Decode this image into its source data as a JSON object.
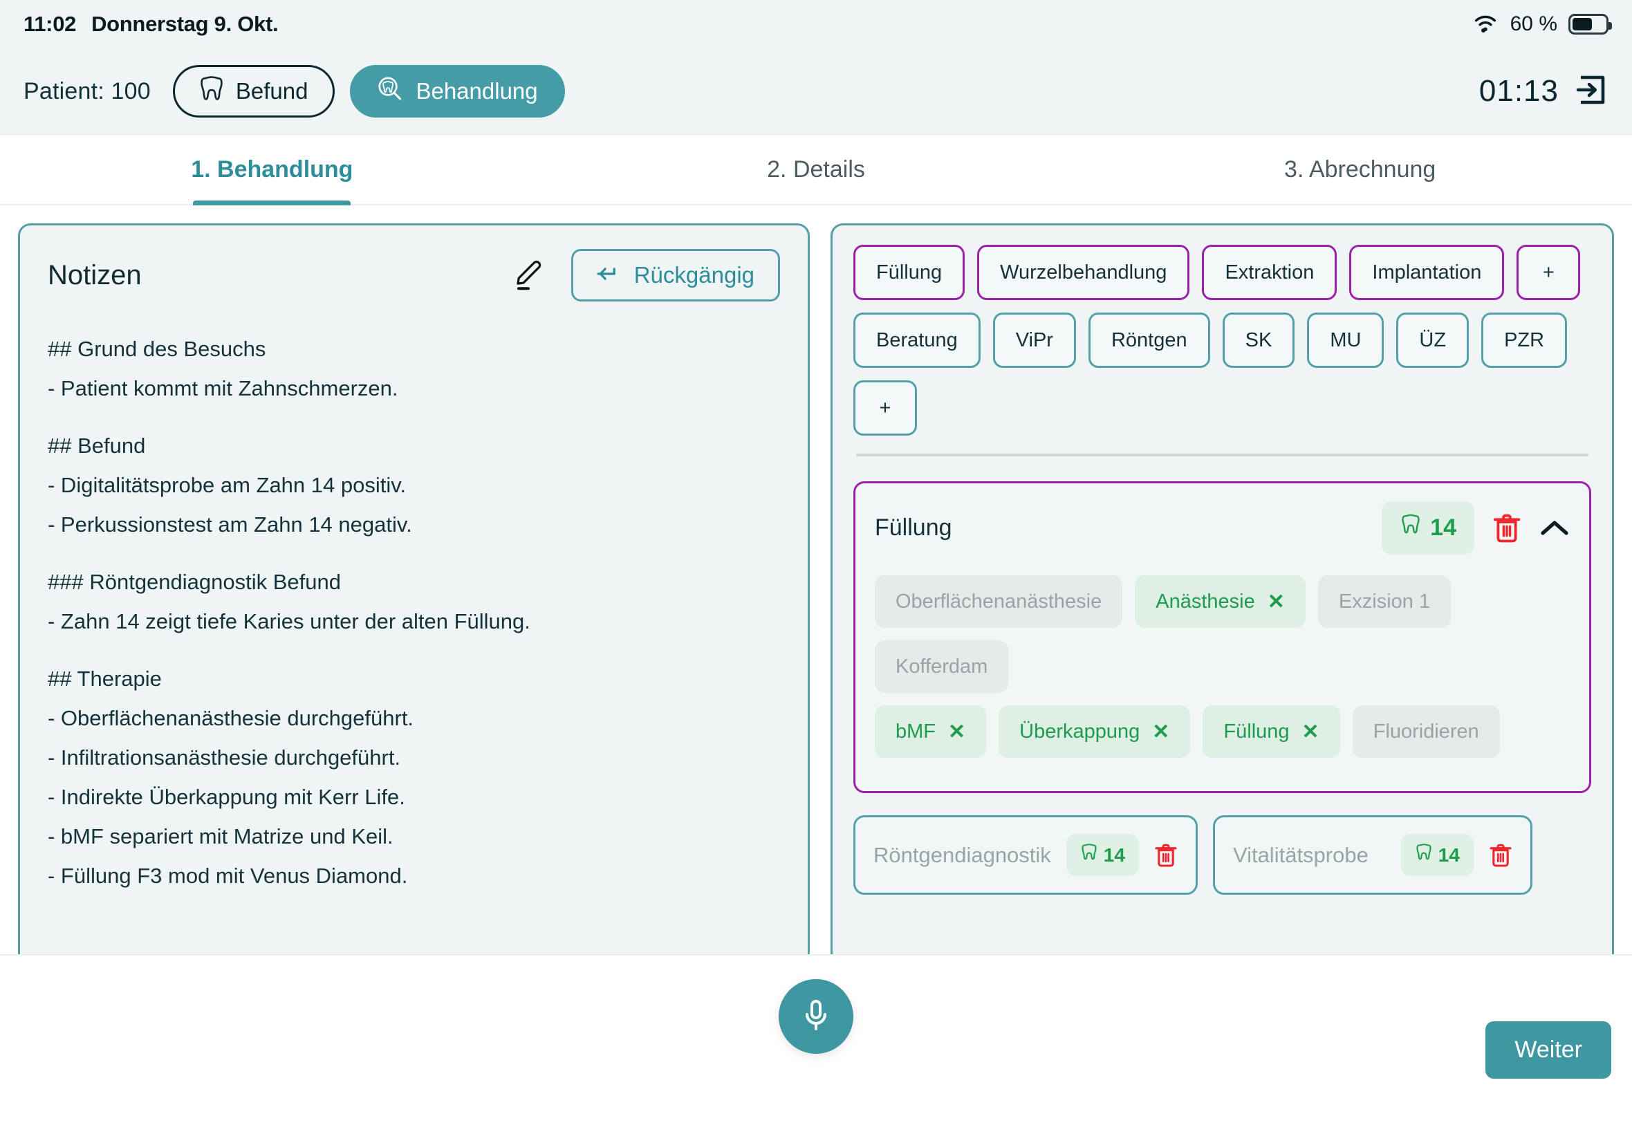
{
  "statusbar": {
    "time": "11:02",
    "date": "Donnerstag 9. Okt.",
    "battery_text": "60 %",
    "wifi_icon": "wifi-icon",
    "battery_icon": "battery-icon",
    "battery_percent": 60
  },
  "patientbar": {
    "patient_label": "Patient: 100",
    "befund_label": "Befund",
    "behandlung_label": "Behandlung",
    "timer": "01:13",
    "logout_icon": "logout-icon",
    "active_segment": "Behandlung"
  },
  "tabs": [
    {
      "label": "1. Behandlung",
      "active": true
    },
    {
      "label": "2. Details",
      "active": false
    },
    {
      "label": "3. Abrechnung",
      "active": false
    }
  ],
  "notes": {
    "title": "Notizen",
    "edit_icon": "pencil-icon",
    "undo_label": "Rückgängig",
    "undo_icon": "undo-arrow-icon",
    "lines": [
      {
        "text": "## Grund des Besuchs",
        "gap": false
      },
      {
        "text": "- Patient kommt mit Zahnschmerzen.",
        "gap": false
      },
      {
        "text": "## Befund",
        "gap": true
      },
      {
        "text": "- Digitalitätsprobe am Zahn 14 positiv.",
        "gap": false
      },
      {
        "text": "- Perkussionstest am Zahn 14 negativ.",
        "gap": false
      },
      {
        "text": "### Röntgendiagnostik Befund",
        "gap": true
      },
      {
        "text": "- Zahn 14 zeigt tiefe Karies unter der alten Füllung.",
        "gap": false
      },
      {
        "text": "## Therapie",
        "gap": true
      },
      {
        "text": "- Oberflächenanästhesie durchgeführt.",
        "gap": false
      },
      {
        "text": "- Infiltrationsanästhesie durchgeführt.",
        "gap": false
      },
      {
        "text": "- Indirekte Überkappung mit Kerr Life.",
        "gap": false
      },
      {
        "text": "- bMF separiert mit Matrize und Keil.",
        "gap": false
      },
      {
        "text": "- Füllung F3 mod mit Venus Diamond.",
        "gap": false
      }
    ]
  },
  "catalog": {
    "primary_chips": [
      "Füllung",
      "Wurzelbehandlung",
      "Extraktion",
      "Implantation",
      "+"
    ],
    "secondary_chips": [
      "Beratung",
      "ViPr",
      "Röntgen",
      "SK",
      "MU",
      "ÜZ",
      "PZR"
    ],
    "add_chip": "+"
  },
  "treatment_card": {
    "title": "Füllung",
    "tooth_number": "14",
    "tooth_icon": "tooth-icon",
    "delete_icon": "trash-icon",
    "collapse_icon": "chevron-up-icon",
    "tags": [
      {
        "label": "Oberflächenanästhesie",
        "selected": false
      },
      {
        "label": "Anästhesie",
        "selected": true
      },
      {
        "label": "Exzision 1",
        "selected": false
      },
      {
        "label": "Kofferdam",
        "selected": false
      },
      {
        "label": "bMF",
        "selected": true
      },
      {
        "label": "Überkappung",
        "selected": true
      },
      {
        "label": "Füllung",
        "selected": true
      },
      {
        "label": "Fluoridieren",
        "selected": false
      }
    ],
    "remove_mark": "✕"
  },
  "small_cards": [
    {
      "title": "Röntgendiagnostik",
      "tooth_number": "14",
      "tooth_icon": "tooth-icon",
      "delete_icon": "trash-icon"
    },
    {
      "title": "Vitalitätsprobe",
      "tooth_number": "14",
      "tooth_icon": "tooth-icon",
      "delete_icon": "trash-icon"
    }
  ],
  "bottom": {
    "mic_icon": "microphone-icon",
    "next_label": "Weiter"
  },
  "colors": {
    "accent_teal": "#3f97a2",
    "panel_border": "#55a0a8",
    "panel_bg": "#eff5f5",
    "purple": "#9c21a8",
    "green": "#1f9b4f",
    "red": "#f0262c",
    "muted": "#9aa3a6",
    "text_dark": "#15313a",
    "header_bg": "#eff4f4"
  }
}
